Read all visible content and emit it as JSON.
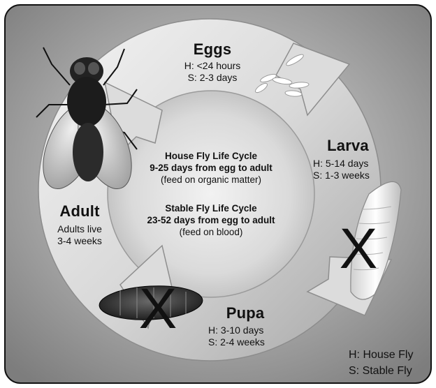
{
  "stages": {
    "eggs": {
      "title": "Eggs",
      "lines": [
        "H: <24 hours",
        "S: 2-3 days"
      ]
    },
    "larva": {
      "title": "Larva",
      "lines": [
        "H: 5-14 days",
        "S: 1-3 weeks"
      ]
    },
    "pupa": {
      "title": "Pupa",
      "lines": [
        "H: 3-10 days",
        "S: 2-4 weeks"
      ]
    },
    "adult": {
      "title": "Adult",
      "lines": [
        "Adults live",
        "3-4 weeks"
      ]
    }
  },
  "center": {
    "house": {
      "title": "House Fly Life Cycle",
      "detail": "9-25 days from egg to adult",
      "note": "(feed on organic matter)"
    },
    "stable": {
      "title": "Stable Fly Life Cycle",
      "detail": "23-52 days from egg to adult",
      "note": "(feed on blood)"
    }
  },
  "legend": {
    "h": "H: House Fly",
    "s": "S: Stable Fly"
  },
  "marks": {
    "larva_x": "X",
    "pupa_x": "X"
  },
  "colors": {
    "panel": "#8f8f8f",
    "ring_light": "#e6e6e6",
    "ring_dark": "#9a9a9a",
    "text": "#111111"
  }
}
